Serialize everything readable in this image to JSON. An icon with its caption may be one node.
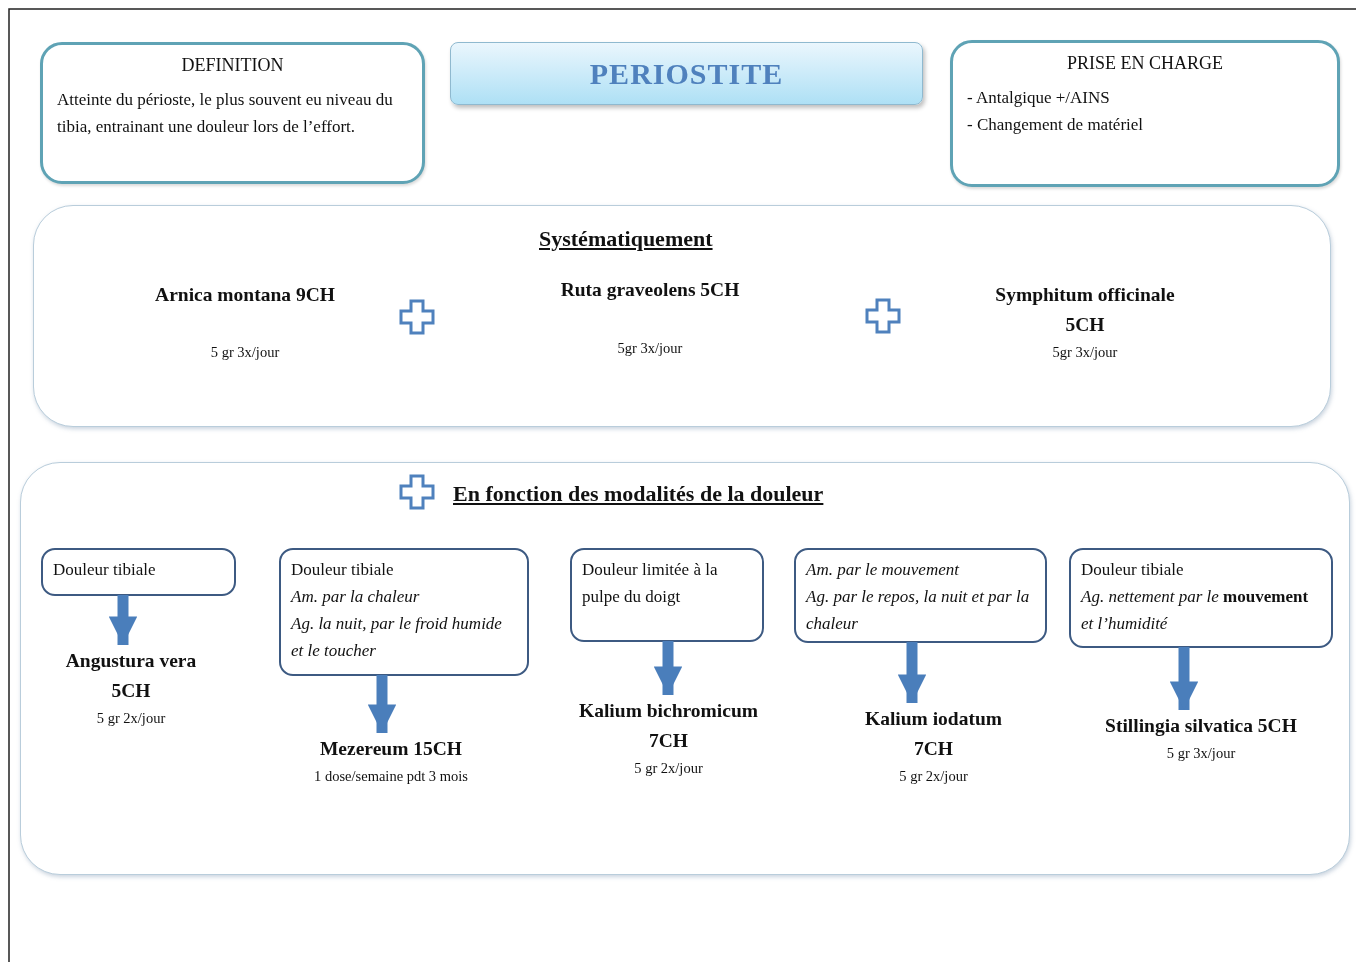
{
  "diagram": {
    "nodes": [
      {
        "text": [
          "DEFINITION",
          "Atteinte du périoste, le plus souvent eu niveau du tibia, entrainant une douleur lors de l’effort."
        ]
      },
      {
        "text": [
          "PERIOSTITE"
        ]
      },
      {
        "text": [
          "PRISE EN CHARGE",
          "- Antalgique +/AINS",
          "- Changement de matériel"
        ]
      },
      {
        "text": [
          "Systématiquement"
        ]
      },
      {
        "text": [
          "En fonction des modalités de la douleur"
        ]
      },
      {
        "text": [
          "Douleur tibiale"
        ],
        "in": 4
      },
      {
        "text": [
          "Angustura vera 5CH",
          "5 gr 2x/jour"
        ],
        "in": 4
      },
      {
        "text": [
          "Douleur tibiale",
          "*Am. par la chaleur*",
          "*Ag. la nuit, par le froid humide et le toucher*"
        ],
        "in": 4
      },
      {
        "text": [
          "Mezereum 15CH",
          "1 dose/semaine pdt 3 mois"
        ],
        "in": 4
      },
      {
        "text": [
          "Douleur limitée à la pulpe du doigt"
        ],
        "in": 4
      },
      {
        "text": [
          "Kalium bichromicum 7CH",
          "5 gr 2x/jour"
        ],
        "in": 4
      },
      {
        "text": [
          "*Am. par le mouvement*",
          "*Ag. par le repos, la nuit et par la chaleur*"
        ],
        "in": 4
      },
      {
        "text": [
          "Kalium iodatum 7CH",
          "5 gr 2x/jour"
        ],
        "in": 4
      },
      {
        "text": [
          "Douleur tibiale",
          "*Ag. nettement par le* **mouvement** *et l’humidité*"
        ],
        "in": 4
      },
      {
        "text": [
          "Stillingia silvatica 5CH",
          "5 gr 3x/jour"
        ],
        "in": 4
      }
    ],
    "edges": [
      {
        "from": 5,
        "to": 6,
        "arrow": "to"
      },
      {
        "from": 7,
        "to": 8,
        "arrow": "to"
      },
      {
        "from": 9,
        "to": 10,
        "arrow": "to"
      },
      {
        "from": 11,
        "to": 12,
        "arrow": "to"
      },
      {
        "from": 13,
        "to": 14,
        "arrow": "to"
      }
    ],
    "labels": [
      "Arnica montana 9CH",
      "5 gr 3x/jour",
      "Ruta graveolens 5CH",
      "5gr 3x/jour",
      "Symphitum officinale 5CH",
      "5gr 3x/jour"
    ]
  }
}
